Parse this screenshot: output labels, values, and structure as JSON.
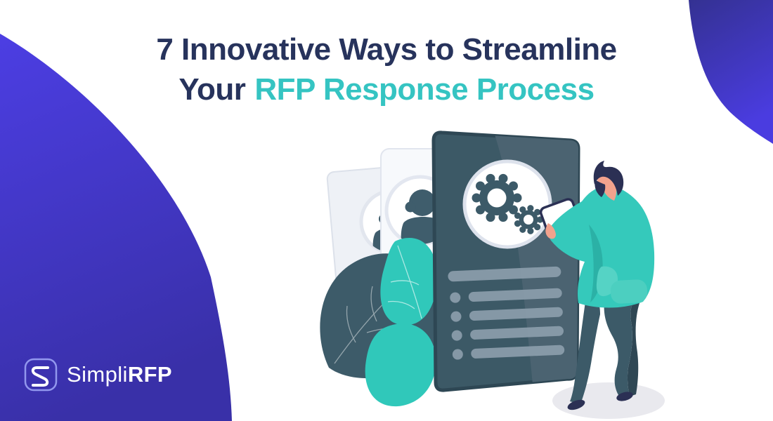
{
  "header": {
    "title_line1": "7 Innovative Ways to Streamline",
    "title_line2_dark": "Your",
    "title_line2_teal": "RFP Response Process"
  },
  "logo": {
    "name_regular": "Simpli",
    "name_bold": "RFP"
  },
  "illustration": {
    "alt": "Man holding a tablet beside stacked RFP document cards with gears and leaves"
  },
  "colors": {
    "title_dark": "#27335C",
    "title_teal": "#35C4C2",
    "purple_light": "#4B3EE0",
    "purple_dark": "#3930A8",
    "illustration_teal": "#30C8BA",
    "illustration_slate": "#3C5966"
  }
}
